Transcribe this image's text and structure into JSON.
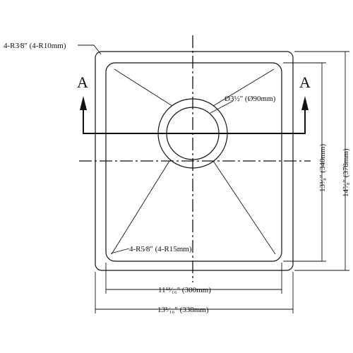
{
  "labels": {
    "outer_radius": "4-R3⁄8\" (4-R10mm)",
    "inner_radius": "4-R5⁄8\" (4-R15mm)",
    "drain": "Ø3½\" (Ø90mm)",
    "inner_width": "11¹³⁄₁₆\" (300mm)",
    "outer_width": "13⁵⁄₁₆\" (338mm)",
    "inner_height": "13³⁄₈\" (340mm)",
    "outer_height": "14⁷⁄₈\" (378mm)",
    "section_left": "A",
    "section_right": "A"
  }
}
